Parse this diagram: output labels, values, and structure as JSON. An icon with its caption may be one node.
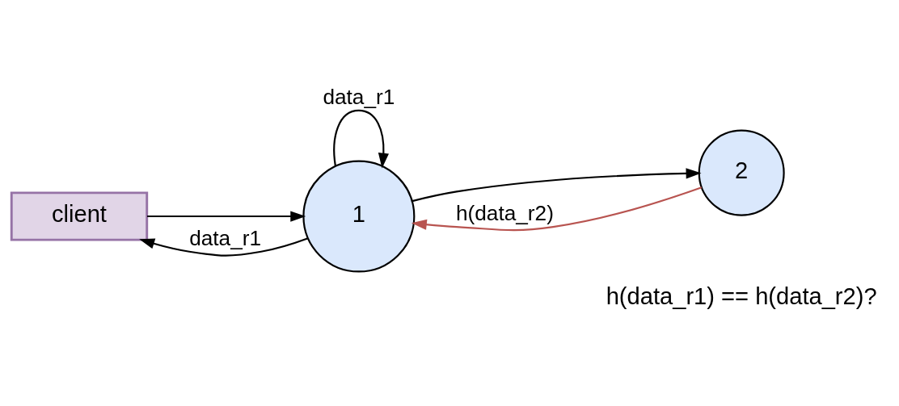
{
  "diagram": {
    "nodes": [
      {
        "text": [
          "client"
        ]
      },
      {
        "text": [
          "1"
        ]
      },
      {
        "text": [
          "2"
        ]
      }
    ],
    "edges": [
      {
        "from": 0,
        "to": 1,
        "arrow": "to"
      },
      {
        "from": 1,
        "to": 1,
        "arrow": "to",
        "label": "data_r1"
      },
      {
        "from": 1,
        "to": 0,
        "arrow": "to",
        "label": "data_r1"
      },
      {
        "from": 1,
        "to": 2,
        "arrow": "to"
      },
      {
        "from": 2,
        "to": 1,
        "arrow": "to",
        "label": "h(data_r2)",
        "color": "#b85450"
      }
    ],
    "labels": [
      "h(data_r1) == h(data_r2)?"
    ]
  }
}
